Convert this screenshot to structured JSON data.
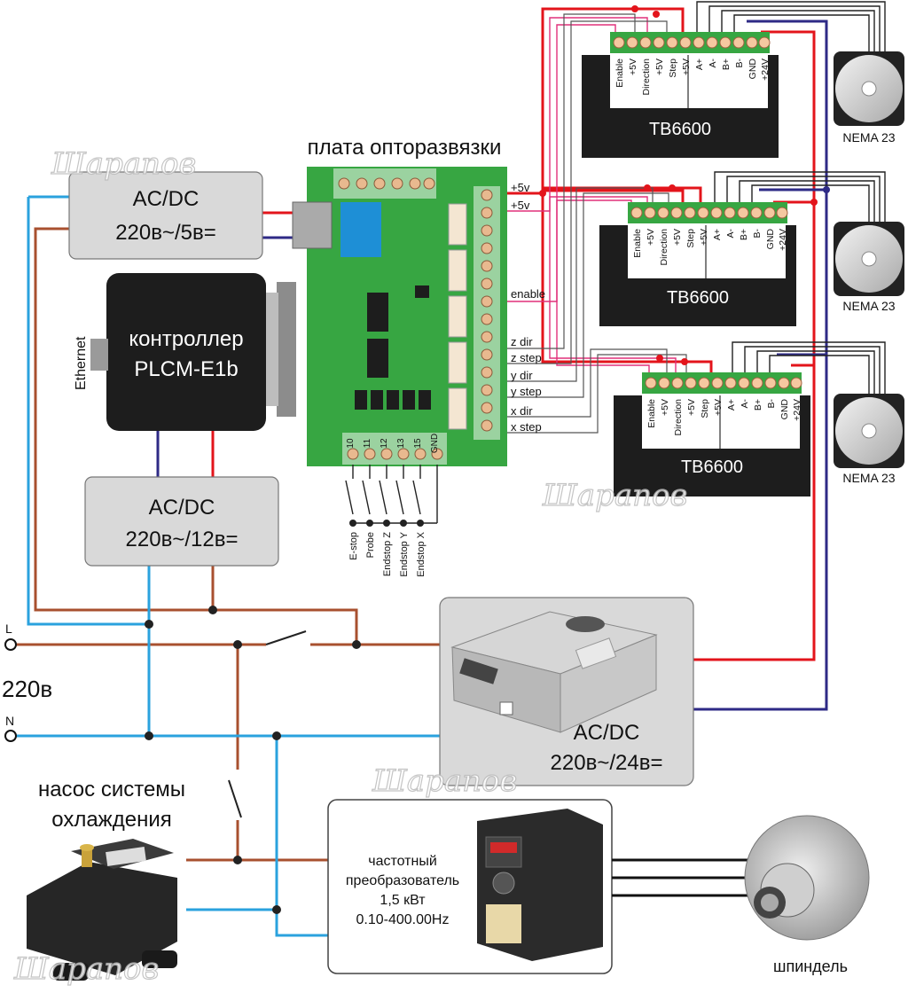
{
  "title": "плата опторазвязки",
  "psu5": {
    "line1": "AC/DC",
    "line2": "220в~/5в="
  },
  "psu12": {
    "line1": "AC/DC",
    "line2": "220в~/12в="
  },
  "psu24": {
    "line1": "AC/DC",
    "line2": "220в~/24в="
  },
  "controller": {
    "line1": "контроллер",
    "line2": "PLCM-E1b",
    "port": "Ethernet"
  },
  "driver": {
    "name": "TB6600",
    "pins": [
      "Enable",
      "+5V",
      "Direction",
      "+5V",
      "Step",
      "+5V",
      "A+",
      "A-",
      "B+",
      "B-",
      "GND",
      "+24V"
    ]
  },
  "motor": {
    "name": "NEMA 23"
  },
  "board_outputs": [
    "+5v",
    "+5v",
    "enable",
    "z dir",
    "z step",
    "y dir",
    "y step",
    "x dir",
    "x step"
  ],
  "inputs": {
    "pins": [
      "10",
      "11",
      "12",
      "13",
      "15",
      "GND"
    ],
    "labels": [
      "E-stop",
      "Probe",
      "Endstop Z",
      "Endstop Y",
      "Endstop X"
    ]
  },
  "mains": {
    "L": "L",
    "N": "N",
    "voltage": "220в"
  },
  "pump": {
    "line1": "насос системы",
    "line2": "охлаждения"
  },
  "vfd": {
    "line1": "частотный",
    "line2": "преобразователь",
    "line3": "1,5 кВт",
    "line4": "0.10-400.00Hz"
  },
  "spindle": {
    "label": "шпиндель"
  },
  "watermark": "Шарапов",
  "colors": {
    "phase": "#a8502f",
    "neutral": "#2aa2de",
    "plus": "#e3141b",
    "minus": "#2e2a86",
    "terminal": "#37a642",
    "board": "#37a642"
  }
}
